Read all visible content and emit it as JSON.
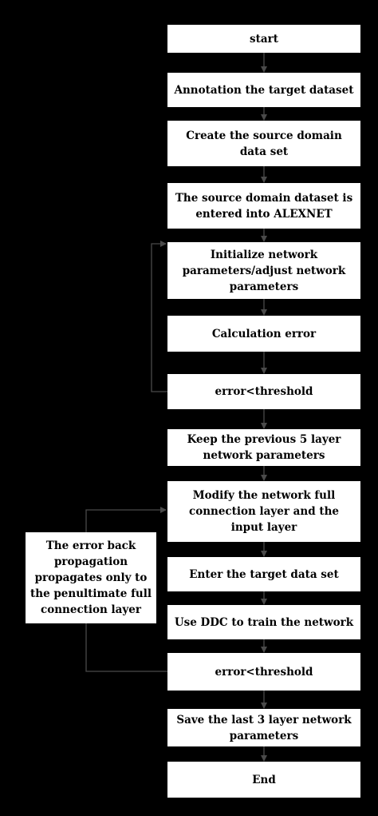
{
  "nodes": {
    "start": "start",
    "annotate": "Annotation the target dataset",
    "create_source": "Create the source domain data set",
    "enter_alexnet": "The source domain dataset is entered into ALEXNET",
    "init_params": "Initialize network parameters/adjust network parameters",
    "calc_error": "Calculation  error",
    "threshold_1": "error<threshold",
    "keep_params": "Keep the previous 5 layer network parameters",
    "modify_layer": "Modify the network full connection layer and the input layer",
    "enter_target": "Enter the target data set",
    "use_ddc": "Use DDC to train the network",
    "threshold_2": "error<threshold",
    "save_params": "Save the last 3 layer network parameters",
    "end": "End",
    "backprop_note": "The error back propagation propagates only to the penultimate full connection layer"
  },
  "colors": {
    "background": "#000000",
    "box_fill": "#ffffff",
    "text": "#000000",
    "connector": "#4a4a4a"
  }
}
